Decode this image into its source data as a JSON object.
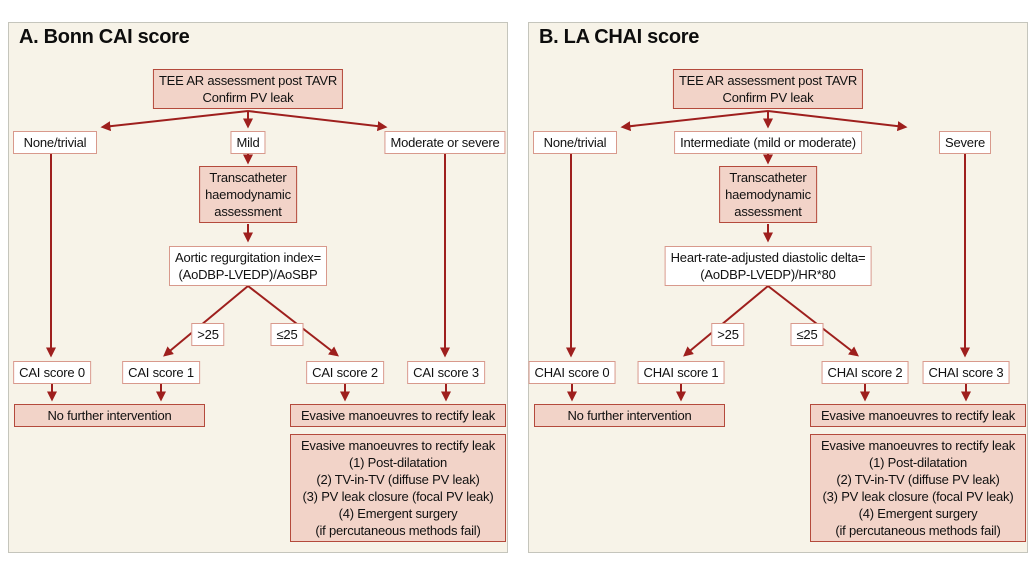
{
  "colors": {
    "arrow": "#9e1f1d",
    "pink_fill": "#f2d3c8",
    "pink_border": "#b44a3c",
    "light_border": "#d8998c",
    "panel_bg": "#f7f3e8",
    "panel_border": "#c5c5bc"
  },
  "panels": [
    {
      "title": "A. Bonn CAI score",
      "root_box": "TEE AR assessment post TAVR\nConfirm PV leak",
      "branch_left": "None/trivial",
      "branch_center": "Mild",
      "branch_right": "Moderate or severe",
      "assessment_box": "Transcatheter\nhaemodynamic\nassessment",
      "formula_box": "Aortic regurgitation index=\n(AoDBP-LVEDP)/AoSBP",
      "threshold_left": ">25",
      "threshold_right": "≤25",
      "scores": [
        "CAI score 0",
        "CAI score 1",
        "CAI score 2",
        "CAI score 3"
      ],
      "action_left": "No further intervention",
      "action_right": "Evasive manoeuvres to rectify leak",
      "detail_box": "Evasive manoeuvres to rectify leak\n(1) Post-dilatation\n(2) TV-in-TV (diffuse PV leak)\n(3) PV leak closure (focal PV leak)\n(4) Emergent surgery\n(if percutaneous methods fail)"
    },
    {
      "title": "B. LA CHAI score",
      "root_box": "TEE AR assessment post TAVR\nConfirm PV leak",
      "branch_left": "None/trivial",
      "branch_center": "Intermediate (mild or moderate)",
      "branch_right": "Severe",
      "assessment_box": "Transcatheter\nhaemodynamic\nassessment",
      "formula_box": "Heart-rate-adjusted diastolic delta=\n(AoDBP-LVEDP)/HR*80",
      "threshold_left": ">25",
      "threshold_right": "≤25",
      "scores": [
        "CHAI score 0",
        "CHAI score 1",
        "CHAI score 2",
        "CHAI score 3"
      ],
      "action_left": "No further intervention",
      "action_right": "Evasive manoeuvres to rectify leak",
      "detail_box": "Evasive manoeuvres to rectify leak\n(1) Post-dilatation\n(2) TV-in-TV (diffuse PV leak)\n(3) PV leak closure (focal PV leak)\n(4) Emergent surgery\n(if percutaneous methods fail)"
    }
  ]
}
